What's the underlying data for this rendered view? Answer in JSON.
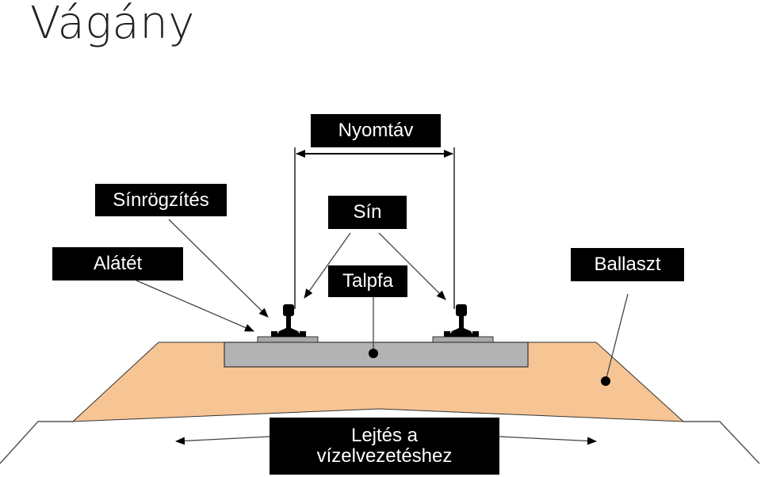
{
  "title": "Vágány",
  "labels": {
    "nyomtav": "Nyomtáv",
    "sinrogzites": "Sínrögzítés",
    "sin": "Sín",
    "alatet": "Alátét",
    "talpfa": "Talpfa",
    "ballaszt": "Ballaszt",
    "lejtes_line1": "Lejtés a",
    "lejtes_line2": "vízelvezetéshez"
  },
  "colors": {
    "ballast": "#F7C494",
    "sleeper": "#B3B3B3",
    "label_bg": "#000000",
    "label_text": "#FFFFFF",
    "rail": "#000000"
  }
}
